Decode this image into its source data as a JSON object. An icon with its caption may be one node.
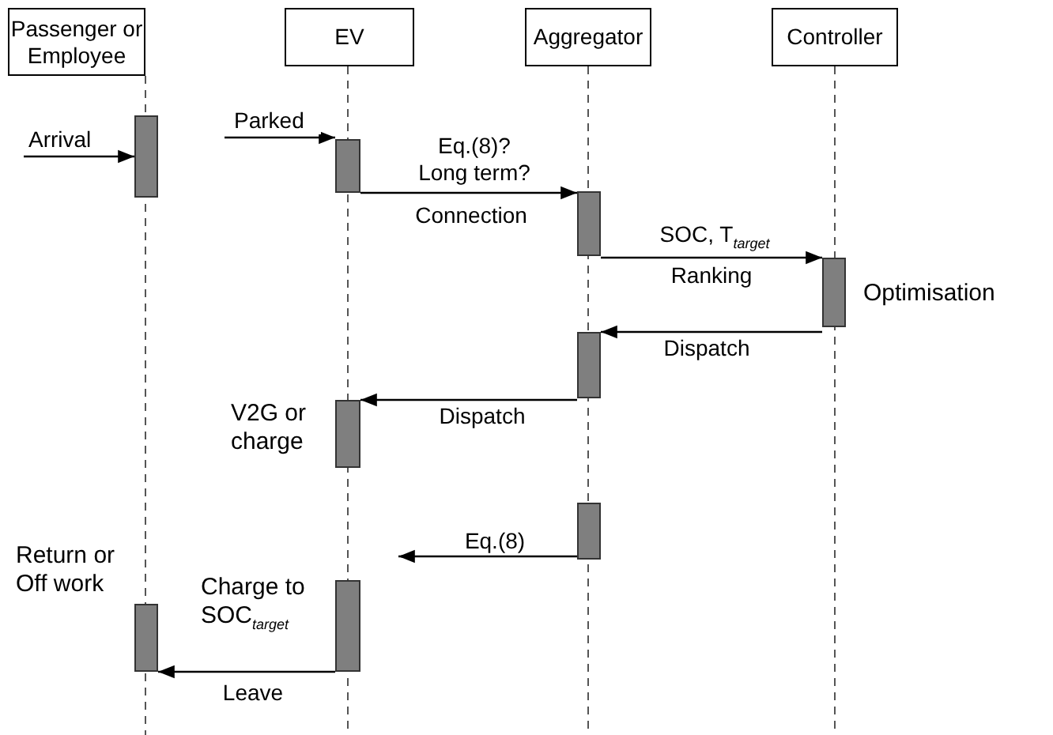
{
  "diagram": {
    "nodes": [
      {
        "text": [
          "Passenger or Employee"
        ]
      },
      {
        "text": [
          "EV"
        ]
      },
      {
        "text": [
          "Aggregator"
        ]
      },
      {
        "text": [
          "Controller"
        ]
      },
      {
        "text": [],
        "shape": "bar"
      },
      {
        "text": [],
        "shape": "bar"
      },
      {
        "text": [],
        "shape": "bar"
      },
      {
        "text": [],
        "shape": "bar",
        "beside": [
          "Optimisation"
        ]
      },
      {
        "text": [],
        "shape": "bar"
      },
      {
        "text": [],
        "shape": "bar",
        "beside": [
          "V2G or charge"
        ]
      },
      {
        "text": [],
        "shape": "bar"
      },
      {
        "text": [],
        "shape": "bar",
        "beside": [
          "Charge to SOC$_{target}$"
        ]
      },
      {
        "text": [],
        "shape": "bar",
        "beside": [
          "Return or Off work"
        ]
      }
    ],
    "edges": [
      {
        "from": null,
        "to": 4,
        "arrow": "to",
        "label": "Arrival"
      },
      {
        "from": null,
        "to": 5,
        "arrow": "to",
        "label": "Parked"
      },
      {
        "from": 5,
        "to": 6,
        "arrow": "to",
        "label": "Eq.(8)? Long term?"
      },
      {
        "from": 6,
        "to": 7,
        "arrow": "to",
        "label": "SOC, T$_{target}$"
      },
      {
        "from": 7,
        "to": 8,
        "arrow": "to",
        "label": "Dispatch"
      },
      {
        "from": 8,
        "to": 9,
        "arrow": "to",
        "label": "Dispatch"
      },
      {
        "from": 10,
        "to": null,
        "arrow": "to",
        "label": "Eq.(8)"
      },
      {
        "from": 11,
        "to": 12,
        "arrow": "to",
        "label": "Leave"
      }
    ],
    "labels": [
      "Connection",
      "Ranking"
    ]
  }
}
